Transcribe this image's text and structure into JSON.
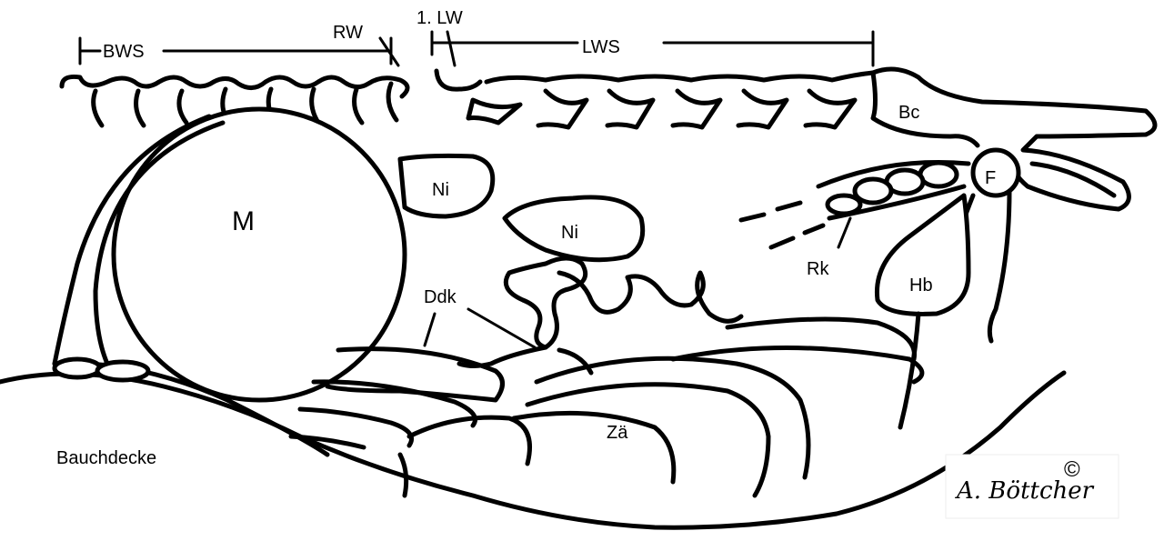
{
  "labels": {
    "bws": "BWS",
    "rw": "RW",
    "first_lw": "1. LW",
    "lws": "LWS",
    "bc": "Bc",
    "f": "F",
    "m": "M",
    "ni_upper": "Ni",
    "ni_lower": "Ni",
    "rk": "Rk",
    "hb": "Hb",
    "ddk": "Ddk",
    "zae": "Zä",
    "bauchdecke": "Bauchdecke"
  },
  "signature": {
    "author": "A. Böttcher",
    "copyright": "©"
  }
}
